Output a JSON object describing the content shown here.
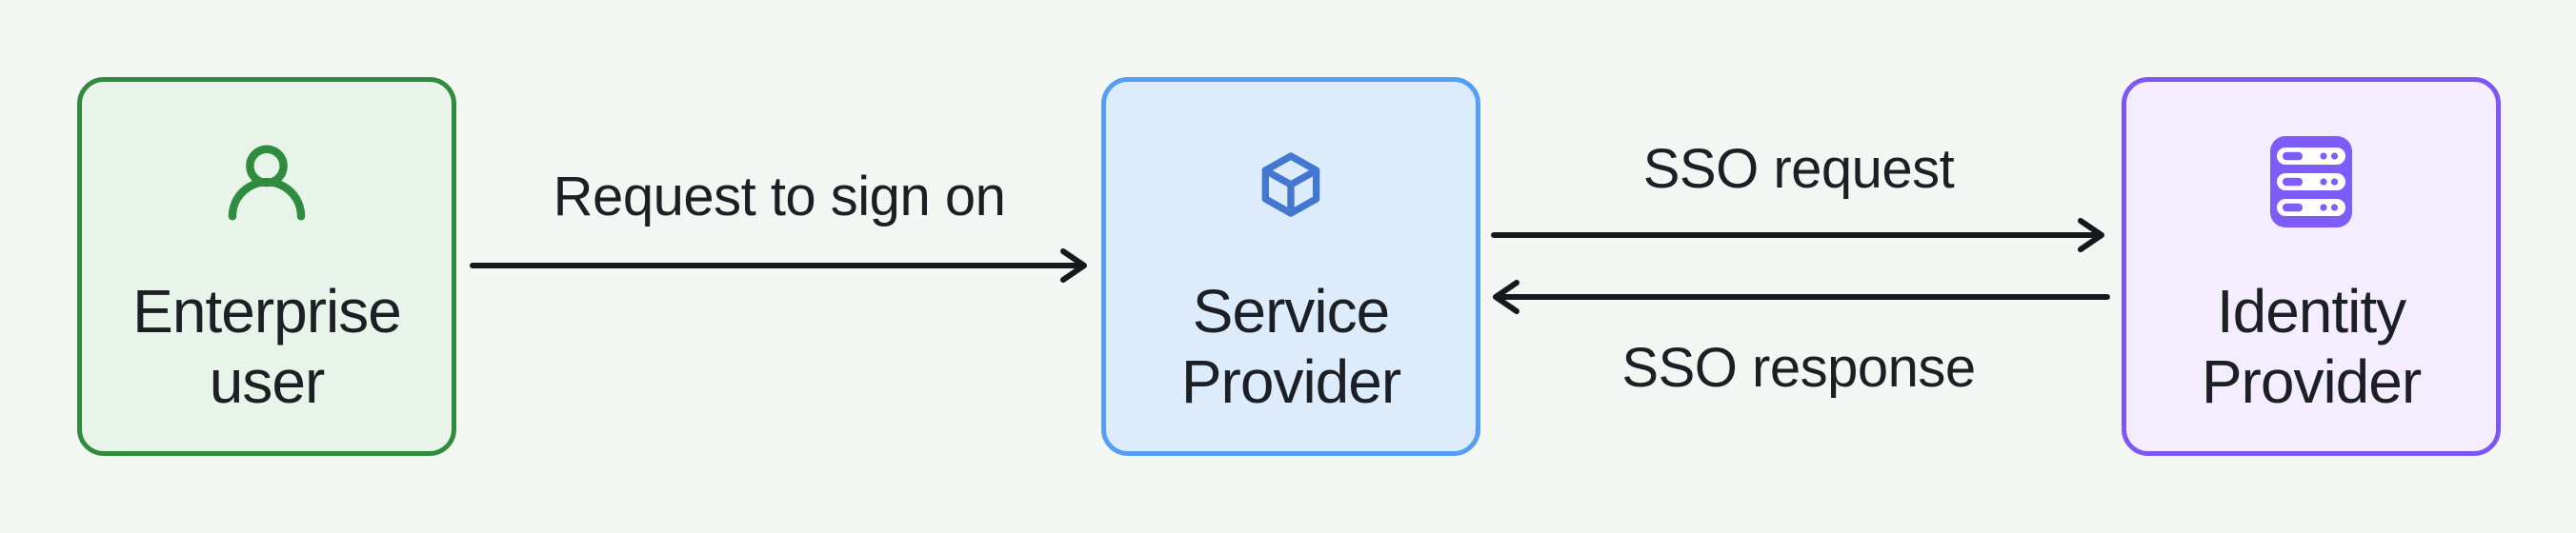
{
  "diagram": {
    "background_color": "#f4f6f3",
    "text_color": "#1c1f24",
    "arrow_color": "#17181b",
    "nodes": [
      {
        "id": "enterprise-user",
        "label": "Enterprise user",
        "lines": [
          "Enterprise",
          "user"
        ],
        "icon": "user-icon",
        "fill_color": "#e8f4e9",
        "border_color": "#2f8c3e",
        "icon_color": "#2f8c3e"
      },
      {
        "id": "service-provider",
        "label": "Service Provider",
        "lines": [
          "Service",
          "Provider"
        ],
        "icon": "cube-icon",
        "fill_color": "#dcecfd",
        "border_color": "#569df8",
        "icon_color": "#4377d0"
      },
      {
        "id": "identity-provider",
        "label": "Identity Provider",
        "lines": [
          "Identity",
          "Provider"
        ],
        "icon": "server-icon",
        "fill_color": "#f3edfe",
        "border_color": "#7d5cf8",
        "icon_color": "#7d5cf8"
      }
    ],
    "edges": [
      {
        "id": "request-to-sign-on",
        "label": "Request to sign on",
        "from": "enterprise-user",
        "to": "service-provider",
        "direction": "right"
      },
      {
        "id": "sso-request",
        "label": "SSO request",
        "from": "service-provider",
        "to": "identity-provider",
        "direction": "right"
      },
      {
        "id": "sso-response",
        "label": "SSO response",
        "from": "identity-provider",
        "to": "service-provider",
        "direction": "left"
      }
    ]
  }
}
